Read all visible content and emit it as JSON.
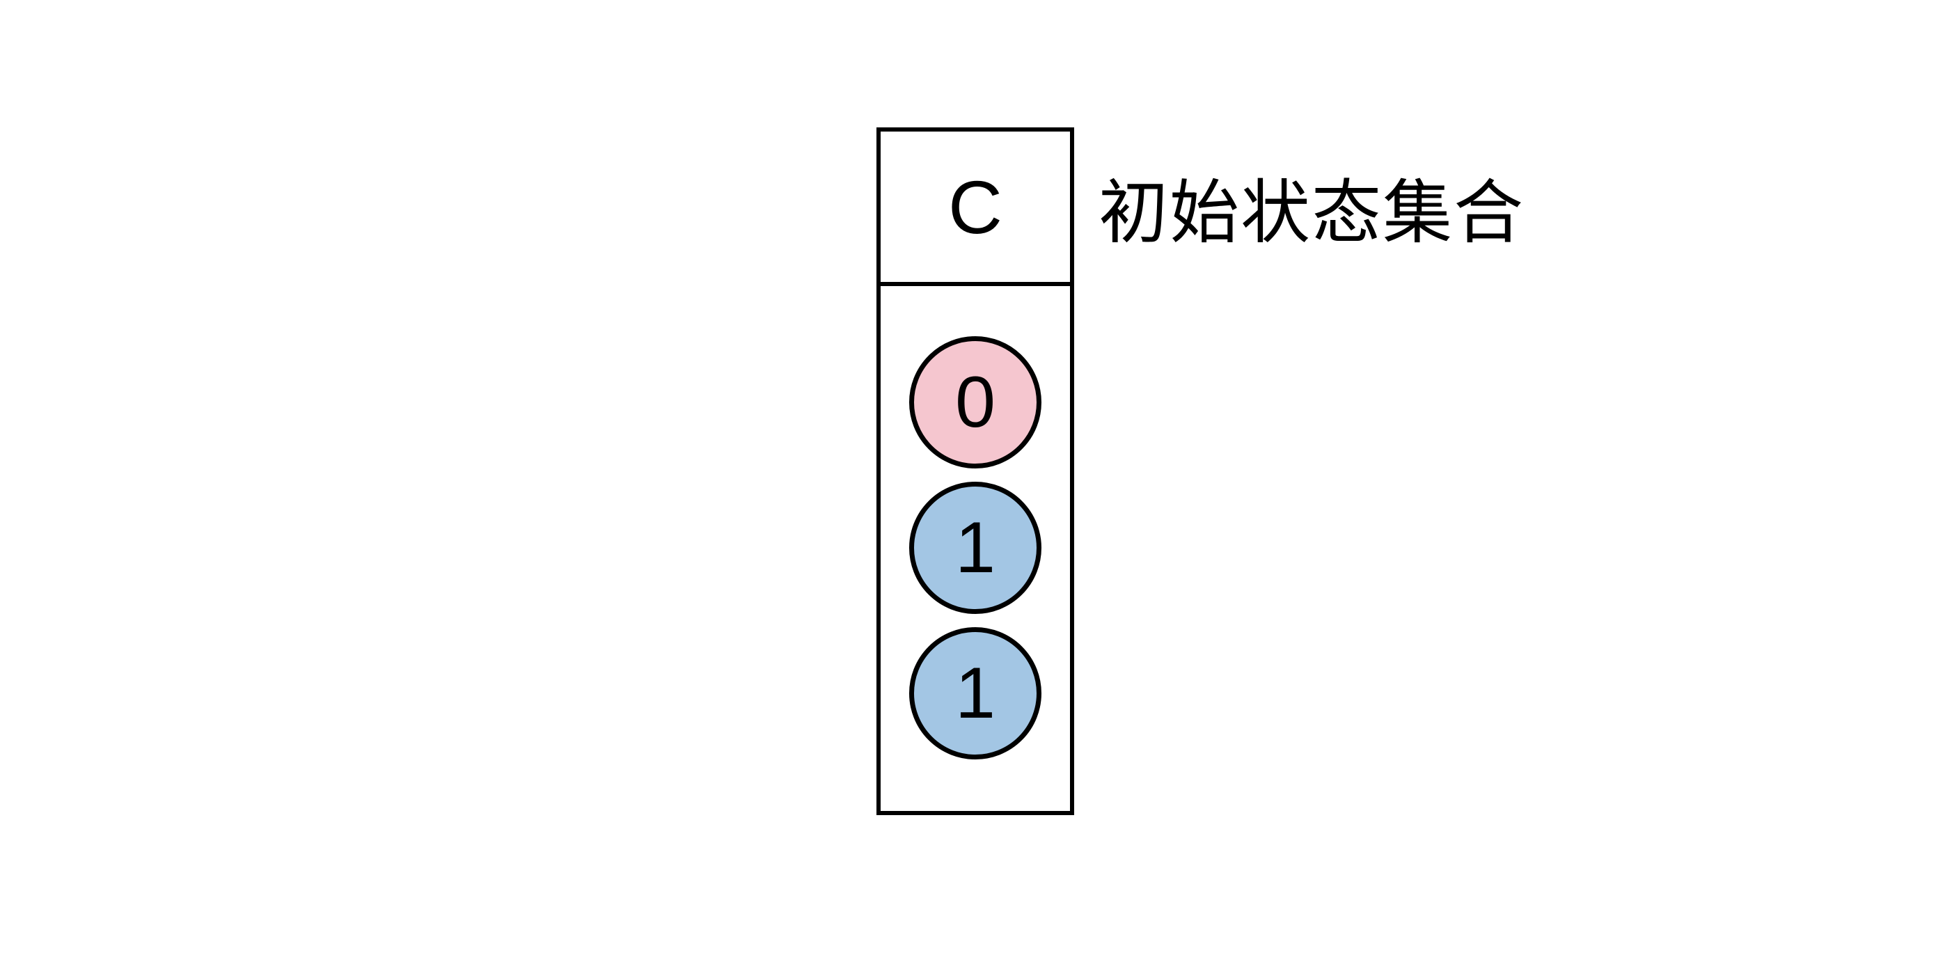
{
  "diagram": {
    "column": {
      "header": "C",
      "cells": [
        {
          "value": "0",
          "fill": "#f5c6cf",
          "state": "zero"
        },
        {
          "value": "1",
          "fill": "#a3c6e4",
          "state": "one"
        },
        {
          "value": "1",
          "fill": "#a3c6e4",
          "state": "one"
        }
      ]
    },
    "label": "初始状态集合",
    "colors": {
      "pink_state": "#f5c6cf",
      "blue_state": "#a3c6e4",
      "stroke": "#000000",
      "background": "#ffffff"
    }
  }
}
